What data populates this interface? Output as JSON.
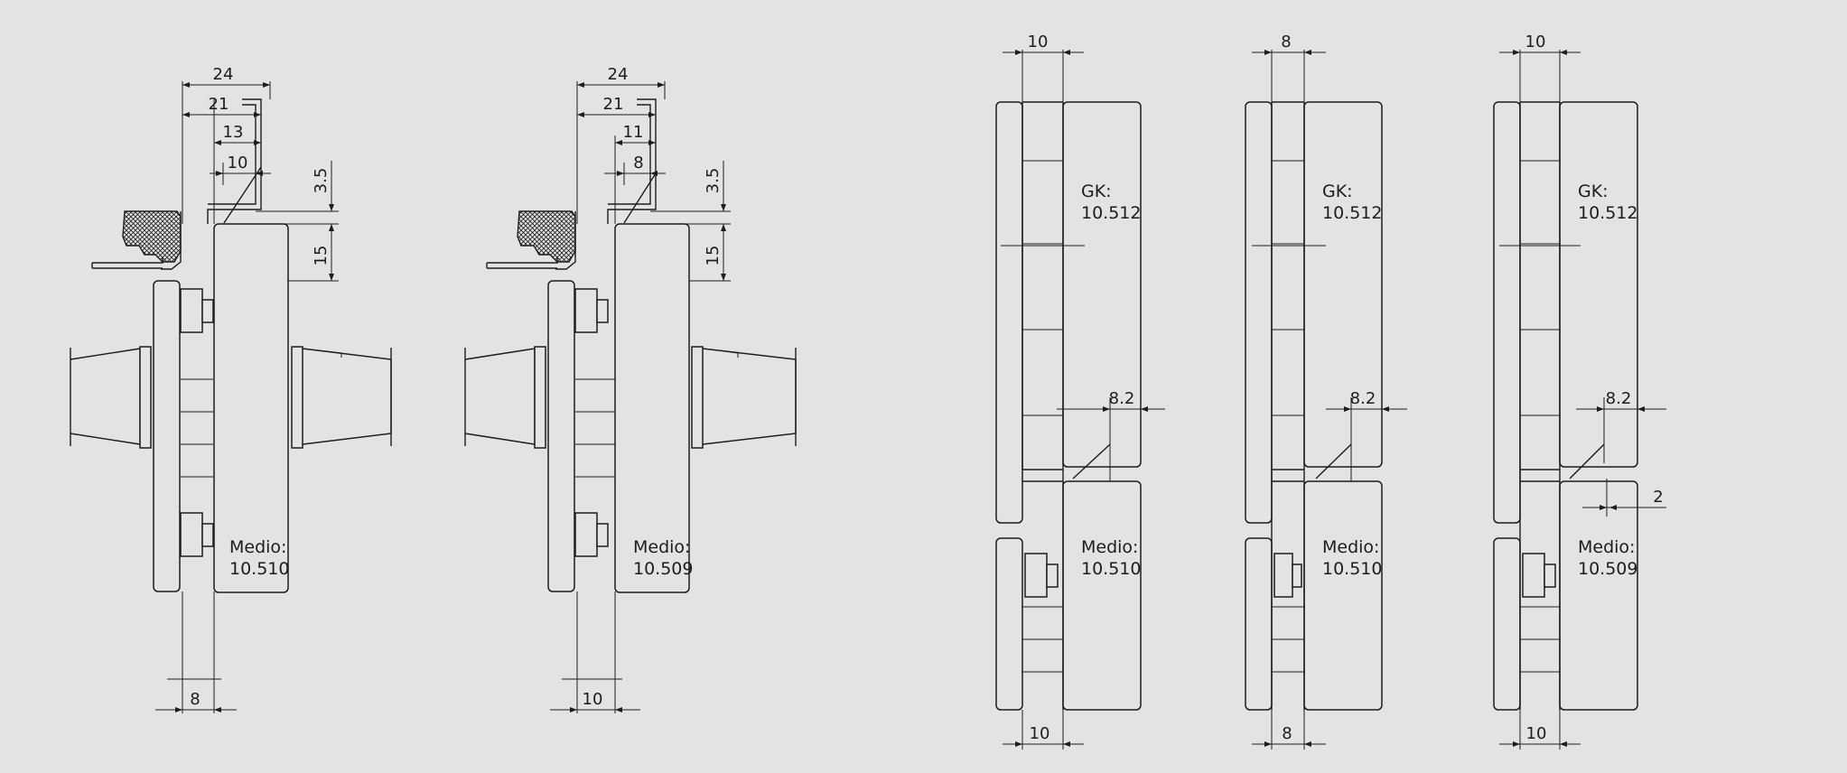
{
  "details": [
    {
      "name": "detail-1",
      "dims_top": [
        "24",
        "21",
        "13",
        "10"
      ],
      "dim_35": "3.5",
      "dim_15": "15",
      "dim_bottom": "8",
      "glass_label": [
        "Medio:",
        "10.510"
      ]
    },
    {
      "name": "detail-2",
      "dims_top": [
        "24",
        "21",
        "11",
        "8"
      ],
      "dim_35": "3.5",
      "dim_15": "15",
      "dim_bottom": "10",
      "glass_label": [
        "Medio:",
        "10.509"
      ]
    },
    {
      "name": "detail-3",
      "dim_top": "10",
      "gk_label": [
        "GK:",
        "10.512"
      ],
      "dim_82": "8.2",
      "medio_label": [
        "Medio:",
        "10.510"
      ],
      "dim_bottom": "10"
    },
    {
      "name": "detail-4",
      "dim_top": "8",
      "gk_label": [
        "GK:",
        "10.512"
      ],
      "dim_82": "8.2",
      "medio_label": [
        "Medio:",
        "10.510"
      ],
      "dim_bottom": "8"
    },
    {
      "name": "detail-5",
      "dim_top": "10",
      "gk_label": [
        "GK:",
        "10.512"
      ],
      "dim_82": "8.2",
      "dim_2": "2",
      "medio_label": [
        "Medio:",
        "10.509"
      ],
      "dim_bottom": "10"
    }
  ]
}
